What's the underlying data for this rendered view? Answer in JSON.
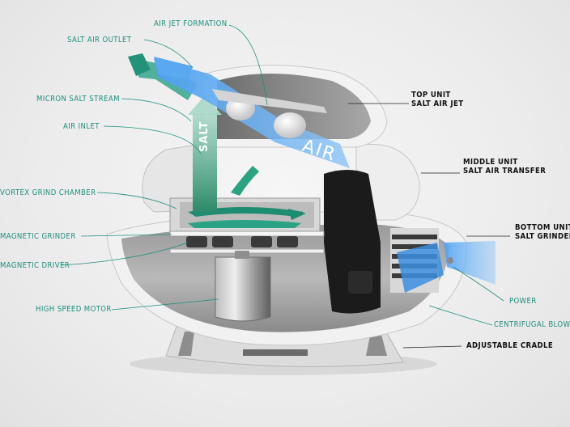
{
  "labels_left": [
    {
      "id": "air-jet-formation",
      "text": "AIR JET FORMATION"
    },
    {
      "id": "salt-air-outlet",
      "text": "SALT AIR OUTLET"
    },
    {
      "id": "micron-salt-stream",
      "text": "MICRON SALT STREAM"
    },
    {
      "id": "air-inlet",
      "text": "AIR INLET"
    },
    {
      "id": "vortex-grind-chamber",
      "text": "VORTEX GRIND CHAMBER"
    },
    {
      "id": "magnetic-grinder",
      "text": "MAGNETIC GRINDER"
    },
    {
      "id": "magnetic-driver",
      "text": "MAGNETIC DRIVER"
    },
    {
      "id": "high-speed-motor",
      "text": "HIGH SPEED MOTOR"
    }
  ],
  "labels_right": [
    {
      "id": "top-unit",
      "line1": "TOP UNIT",
      "line2": "SALT AIR JET"
    },
    {
      "id": "middle-unit",
      "line1": "MIDDLE UNIT",
      "line2": "SALT AIR TRANSFER"
    },
    {
      "id": "bottom-unit",
      "line1": "BOTTOM UNIT",
      "line2": "SALT GRINDER"
    },
    {
      "id": "power",
      "text": "POWER"
    },
    {
      "id": "centrifugal-blower",
      "text": "CENTRIFUGAL BLOWER"
    },
    {
      "id": "adjustable-cradle",
      "text": "ADJUSTABLE CRADLE"
    }
  ],
  "arrow_text": {
    "salt": "SALT",
    "air": "AIR"
  },
  "colors": {
    "teal": "#1f8f7e",
    "air_blue": "#5aa8ef",
    "salt_green": "#2a8f6a"
  }
}
